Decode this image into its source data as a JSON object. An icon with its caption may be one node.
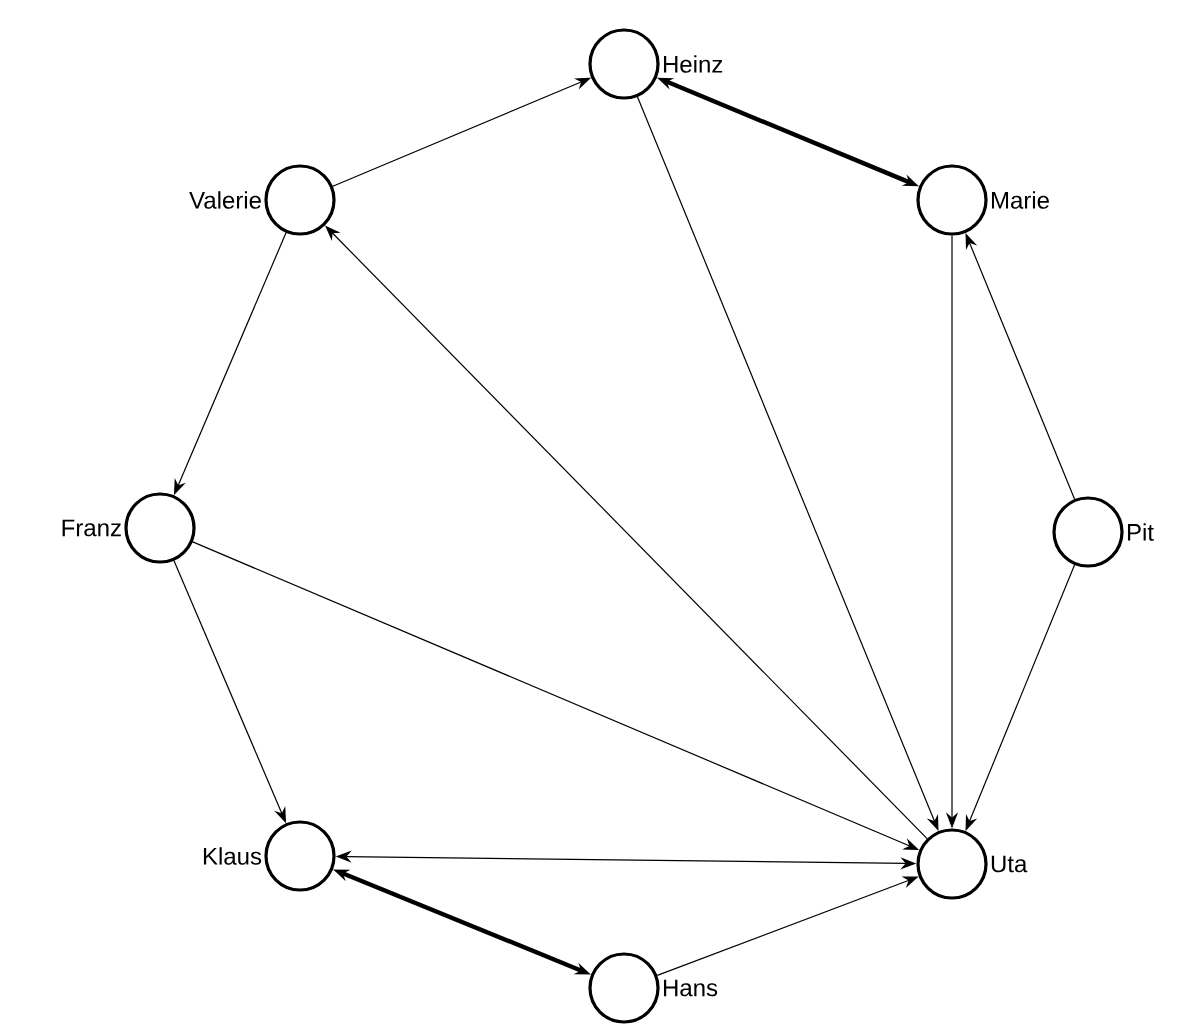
{
  "diagram": {
    "nodes": [
      {
        "text": [
          "Heinz"
        ]
      },
      {
        "text": [
          "Valerie"
        ]
      },
      {
        "text": [
          "Marie"
        ]
      },
      {
        "text": [
          "Franz"
        ]
      },
      {
        "text": [
          "Pit"
        ]
      },
      {
        "text": [
          "Klaus"
        ]
      },
      {
        "text": [
          "Uta"
        ]
      },
      {
        "text": [
          "Hans"
        ]
      }
    ],
    "edges": [
      {
        "from": 1,
        "to": 0,
        "arrow": "to"
      },
      {
        "from": 0,
        "to": 2,
        "arrow": "both",
        "style": "thick"
      },
      {
        "from": 0,
        "to": 6,
        "arrow": "to"
      },
      {
        "from": 2,
        "to": 6,
        "arrow": "to"
      },
      {
        "from": 4,
        "to": 2,
        "arrow": "to"
      },
      {
        "from": 4,
        "to": 6,
        "arrow": "to"
      },
      {
        "from": 6,
        "to": 1,
        "arrow": "to"
      },
      {
        "from": 1,
        "to": 3,
        "arrow": "to"
      },
      {
        "from": 3,
        "to": 6,
        "arrow": "to"
      },
      {
        "from": 3,
        "to": 5,
        "arrow": "to"
      },
      {
        "from": 5,
        "to": 6,
        "arrow": "both"
      },
      {
        "from": 5,
        "to": 7,
        "arrow": "both",
        "style": "thick"
      },
      {
        "from": 7,
        "to": 6,
        "arrow": "to"
      }
    ]
  }
}
